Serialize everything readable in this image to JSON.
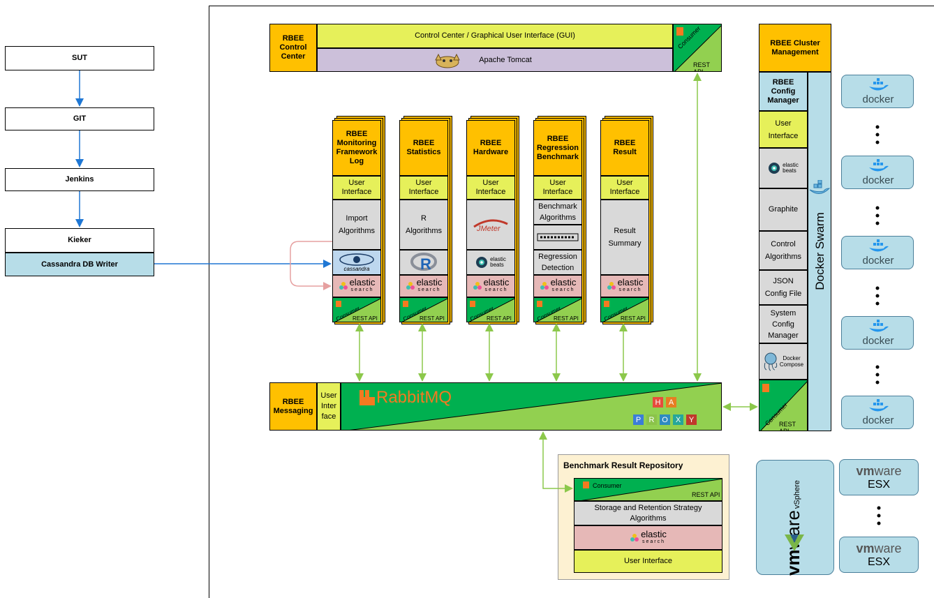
{
  "pipeline": {
    "sut": "SUT",
    "git": "GIT",
    "jenkins": "Jenkins",
    "kieker": "Kieker",
    "cassandra_writer": "Cassandra DB Writer"
  },
  "control_center": {
    "title": "RBEE Control Center",
    "gui": "Control Center / Graphical User Interface (GUI)",
    "tomcat": "Apache Tomcat",
    "consumer": "Consumer",
    "rest_api": "REST API"
  },
  "services": [
    {
      "title": "RBEE Monitoring Framework Log",
      "ui": "User Interface",
      "algo": "Import Algorithms"
    },
    {
      "title": "RBEE Statistics",
      "ui": "User Interface",
      "algo": "R Algorithms"
    },
    {
      "title": "RBEE Hardware",
      "ui": "User Interface",
      "algo": ""
    },
    {
      "title": "RBEE Regression Benchmark",
      "ui": "User Interface",
      "algo": "Benchmark Algorithms",
      "detect": "Regression Detection"
    },
    {
      "title": "RBEE Result",
      "ui": "User Interface",
      "algo": "Result Summary"
    }
  ],
  "common": {
    "consumer": "Consumer",
    "rest_api": "REST API",
    "elastic": "elastic",
    "search": "search",
    "cassandra": "cassandra",
    "elastic_beats_1": "elastic",
    "elastic_beats_2": "beats",
    "r_letter": "R",
    "jmeter": "JMeter"
  },
  "messaging": {
    "title": "RBEE Messaging",
    "ui": "User Inter face",
    "rabbitmq": "RabbitMQ",
    "ha": [
      "H",
      "A"
    ],
    "proxy": [
      "P",
      "R",
      "O",
      "X",
      "Y"
    ]
  },
  "cluster": {
    "title": "RBEE Cluster Management",
    "config_manager": "RBEE Config Manager",
    "ui": "User Interface",
    "graphite": "Graphite",
    "control_algorithms": "Control Algorithms",
    "json_config": "JSON Config File",
    "system_config": "System Config Manager",
    "docker_compose": "Docker Compose",
    "docker_swarm": "Docker Swarm",
    "consumer": "Consumer",
    "rest_api": "REST API"
  },
  "docker_label": "docker",
  "repository": {
    "title": "Benchmark Result Repository",
    "consumer": "Consumer",
    "rest_api": "REST API",
    "storage": "Storage and Retention Strategy Algorithms",
    "ui": "User Interface"
  },
  "vmware": {
    "vm": "vm",
    "ware": "ware",
    "vsphere": "vSphere",
    "esx": "ESX"
  },
  "colors": {
    "rbee_orange": "#FFC000",
    "ui_lime": "#E6F05A",
    "api_green": "#92D050",
    "consumer_green": "#00B050",
    "arrow_green": "#8CC84B",
    "arrow_blue": "#1F77D4",
    "elastic_pink": "#E6B8B7",
    "docker_blue": "#B7DDE8"
  }
}
